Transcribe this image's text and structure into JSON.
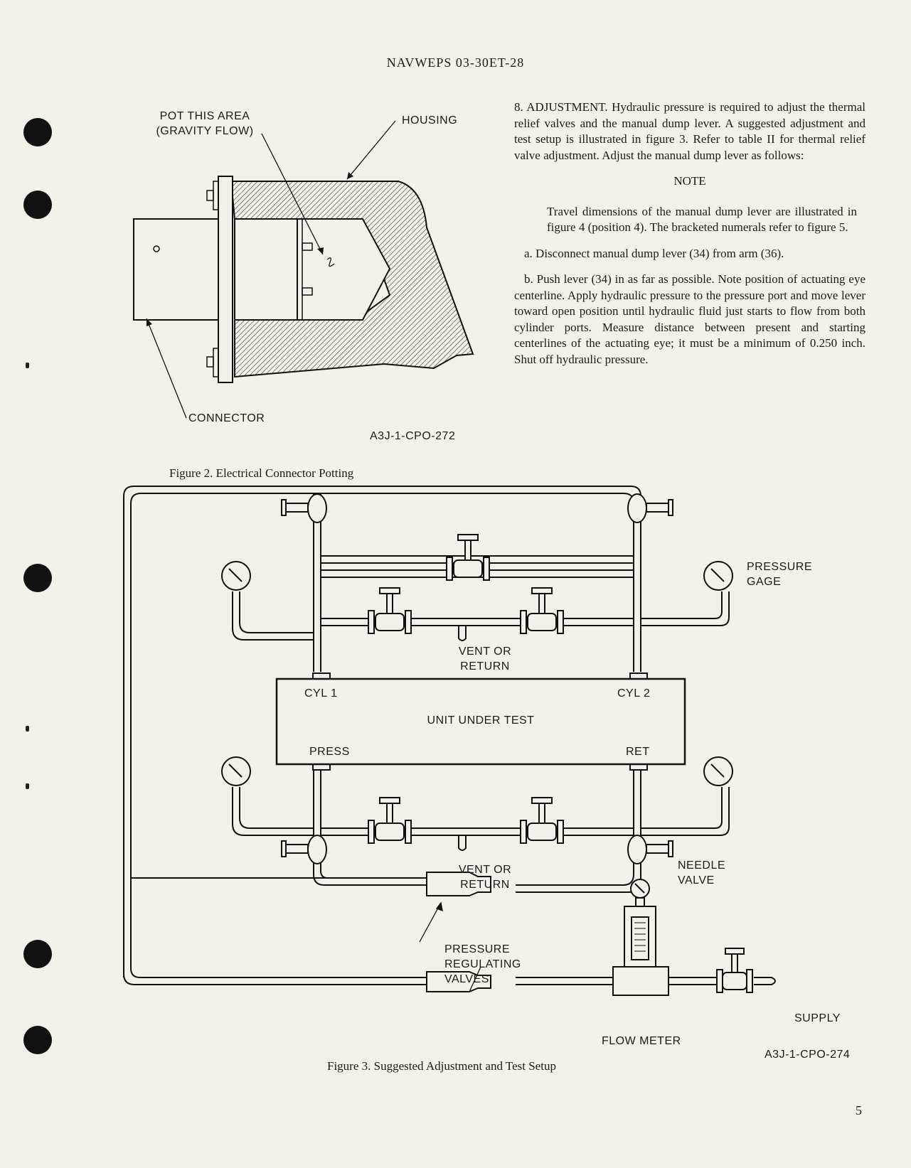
{
  "header": "NAVWEPS 03-30ET-28",
  "section": {
    "title": "8. ADJUSTMENT.",
    "intro": "Hydraulic pressure is required to adjust the thermal relief valves and the manual dump lever. A suggested adjustment and test setup is illustrated in figure 3. Refer to table II for thermal relief valve adjustment. Adjust the manual dump lever as follows:",
    "note_heading": "NOTE",
    "note_text": "Travel dimensions of the manual dump lever are illustrated in figure 4 (position 4). The bracketed numerals refer to figure 5.",
    "step_a": "a. Disconnect manual dump lever (34) from arm (36).",
    "step_b": "b. Push lever (34) in as far as possible. Note position of actuating eye centerline. Apply hydraulic pressure to the pressure port and move lever toward open position until hydraulic fluid just starts to flow from both cylinder ports. Measure distance between present and starting centerlines of the actuating eye; it must be a minimum of 0.250 inch. Shut off hydraulic pressure."
  },
  "figure2": {
    "label_pot_line1": "POT THIS AREA",
    "label_pot_line2": "(GRAVITY FLOW)",
    "label_housing": "HOUSING",
    "label_connector": "CONNECTOR",
    "code": "A3J-1-CPO-272",
    "caption": "Figure 2. Electrical Connector Potting"
  },
  "figure3": {
    "pressure_gage_line1": "PRESSURE",
    "pressure_gage_line2": "GAGE",
    "vent_line1": "VENT OR",
    "vent_line2": "RETURN",
    "cyl1": "CYL 1",
    "cyl2": "CYL 2",
    "unit": "UNIT UNDER TEST",
    "press": "PRESS",
    "ret": "RET",
    "needle_line1": "NEEDLE",
    "needle_line2": "VALVE",
    "reg_line1": "PRESSURE",
    "reg_line2": "REGULATING",
    "reg_line3": "VALVES",
    "supply": "SUPPLY",
    "flow_meter": "FLOW METER",
    "code": "A3J-1-CPO-274",
    "caption": "Figure 3. Suggested Adjustment and Test Setup"
  },
  "page_number": "5"
}
